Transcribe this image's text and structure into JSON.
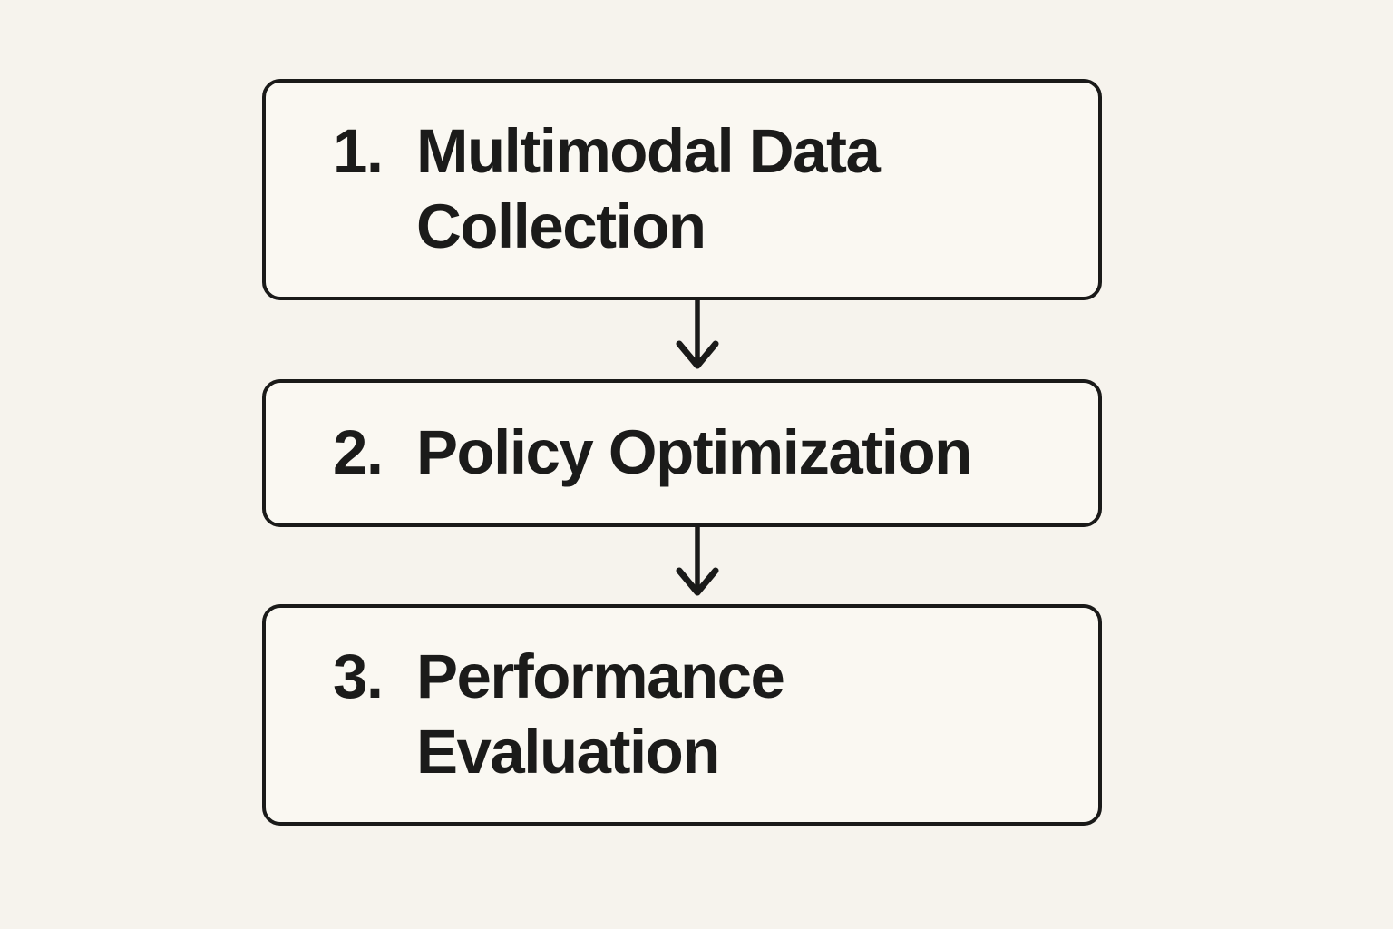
{
  "colors": {
    "bg": "#f6f3ed",
    "box-fill": "#faf8f2",
    "stroke": "#1a1a19",
    "text": "#1b1b1a"
  },
  "flowchart": {
    "steps": [
      {
        "number": "1.",
        "label": "Multimodal Data Collection",
        "lines": [
          "Multimodal Data",
          "Collection"
        ]
      },
      {
        "number": "2.",
        "label": "Policy Optimization",
        "lines": [
          "Policy Optimization"
        ]
      },
      {
        "number": "3.",
        "label": "Performance Evaluation",
        "lines": [
          "Performance",
          "Evaluation"
        ]
      }
    ],
    "connectors": [
      {
        "from": 1,
        "to": 2,
        "type": "arrow-down"
      },
      {
        "from": 2,
        "to": 3,
        "type": "arrow-down"
      }
    ]
  }
}
